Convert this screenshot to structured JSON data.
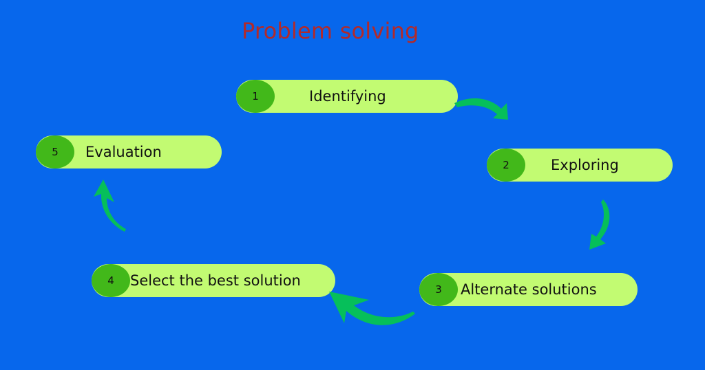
{
  "title": "Problem solving",
  "colors": {
    "background": "#0767ec",
    "title": "#b22a2a",
    "pill": "#c2fb72",
    "badge": "#42b81a",
    "arrow": "#06bf5a"
  },
  "steps": [
    {
      "number": "1",
      "label": "Identifying"
    },
    {
      "number": "2",
      "label": "Exploring"
    },
    {
      "number": "3",
      "label": "Alternate solutions"
    },
    {
      "number": "4",
      "label": "Select the best solution"
    },
    {
      "number": "5",
      "label": "Evaluation"
    }
  ],
  "arrows": [
    {
      "from": "1",
      "to": "2",
      "icon": "curved-arrow-down-right-icon"
    },
    {
      "from": "2",
      "to": "3",
      "icon": "curved-arrow-down-left-icon"
    },
    {
      "from": "3",
      "to": "4",
      "icon": "curved-arrow-left-icon"
    },
    {
      "from": "4",
      "to": "5",
      "icon": "curved-arrow-up-icon"
    }
  ]
}
